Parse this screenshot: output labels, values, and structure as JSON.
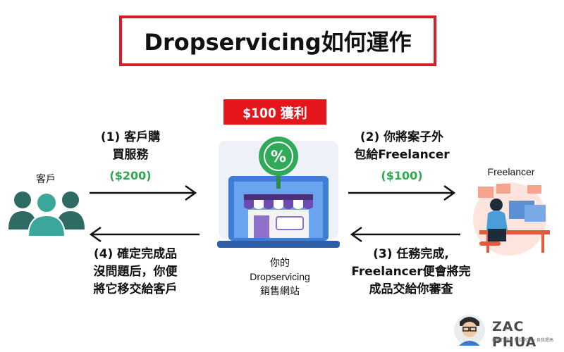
{
  "title": "Dropservicing如何運作",
  "profit_banner": "$100 獲利",
  "customer_label": "客戶",
  "freelancer_label": "Freelancer",
  "center_label": [
    "你的",
    "Dropservicing",
    "銷售網站"
  ],
  "step1": {
    "line1": "(1) 客戶購",
    "line2": "買服務",
    "amount": "($200)"
  },
  "step2": {
    "line1": "(2) 你將案子外",
    "line2": "包給Freelancer",
    "amount": "($100)"
  },
  "step3": {
    "line1": "(3) 任務完成,",
    "line2": "Freelancer便會將完",
    "line3": "成品交給你審查"
  },
  "step4": {
    "line1": "(4) 確定完成品",
    "line2": "沒問題后，你便",
    "line3": "將它移交給客戶"
  },
  "brand": {
    "name": "ZAC PHUA",
    "tagline": "網絡行銷 » 數位創業 » 自我提高"
  },
  "icons": {
    "customers": "customers-icon",
    "store": "online-store-laptop-icon",
    "freelancer": "freelancer-workstation-icon",
    "avatar": "zac-phua-avatar-icon"
  },
  "colors": {
    "title_border": "#d0212a",
    "banner": "#e4161c",
    "money": "#2fa84f",
    "store_green": "#2eaa59",
    "laptop_blue": "#3f7ed8",
    "customer_teal": "#2f6b62"
  }
}
